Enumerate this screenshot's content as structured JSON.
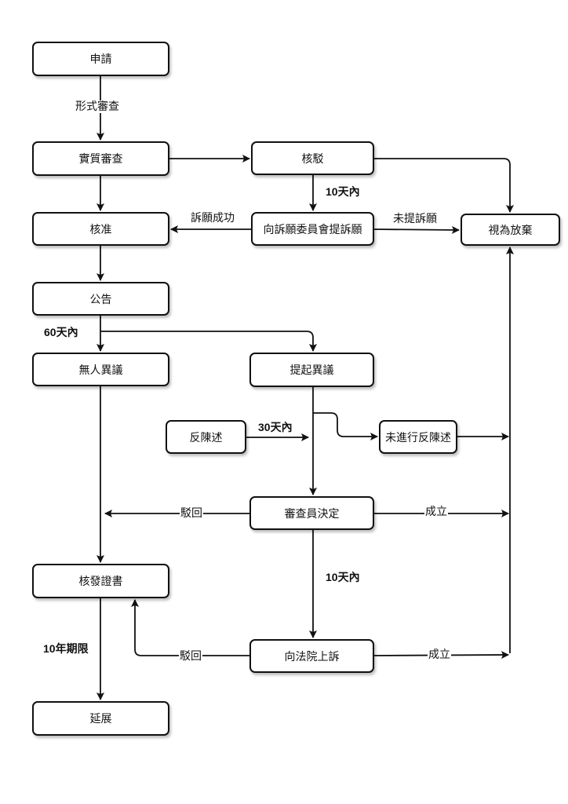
{
  "nodes": {
    "apply": "申請",
    "substantive_review": "實質審查",
    "reject": "核駁",
    "approve": "核准",
    "petition": "向訴願委員會提訴願",
    "deemed_abandoned": "視為放棄",
    "publication": "公告",
    "no_opposition": "無人異議",
    "file_opposition": "提起異議",
    "counter_statement": "反陳述",
    "no_counter_statement": "未進行反陳述",
    "examiner_decision": "審查員決定",
    "issue_certificate": "核發證書",
    "appeal_court": "向法院上訴",
    "renewal": "延展"
  },
  "edge_labels": {
    "formal_review": "形式審查",
    "ten_days_petition": "10天內",
    "petition_success": "訴願成功",
    "no_petition": "未提訴願",
    "sixty_days": "60天內",
    "thirty_days": "30天內",
    "decision_rejected": "駁回",
    "decision_established": "成立",
    "ten_days_appeal": "10天內",
    "appeal_rejected": "駁回",
    "appeal_established": "成立",
    "ten_year_term": "10年期限"
  },
  "colors": {
    "stroke": "#111111",
    "fill": "#ffffff"
  }
}
